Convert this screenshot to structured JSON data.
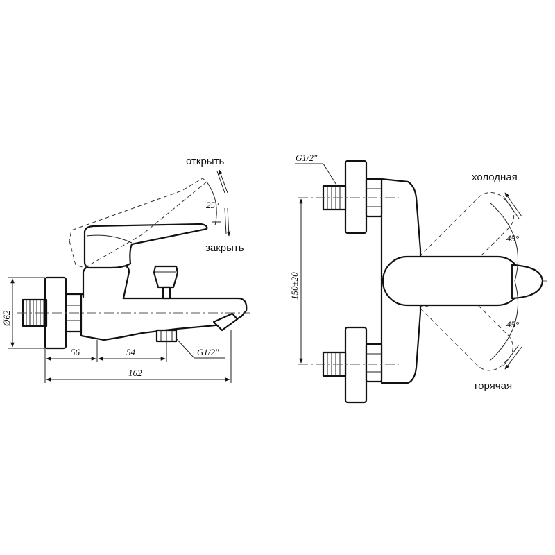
{
  "side_view": {
    "label_open": "открыть",
    "label_close": "закрыть",
    "angle_lever": "25°",
    "dim_height": "Ø62",
    "dim_left": "56",
    "dim_right": "54",
    "dim_total": "162",
    "thread_bottom": "G1/2\""
  },
  "front_view": {
    "thread_top": "G1/2\"",
    "dim_spacing": "150±20",
    "label_cold": "холодная",
    "label_hot": "горячая",
    "angle_cold": "45°",
    "angle_hot": "45°"
  }
}
